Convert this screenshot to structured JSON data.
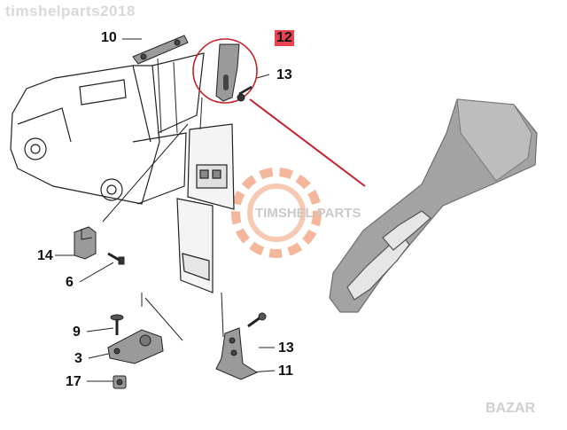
{
  "watermark": "timshelparts2018",
  "brand": "TIMSHEL PARTS",
  "bazar_logo": "BAZAR",
  "callouts": {
    "c10": "10",
    "c12": "12",
    "c13a": "13",
    "c14": "14",
    "c6": "6",
    "c9": "9",
    "c3": "3",
    "c17": "17",
    "c13b": "13",
    "c11": "11"
  },
  "colors": {
    "highlight": "#e8434f",
    "leader": "#c8202b",
    "part_fill": "#9a9a9a",
    "line": "#222222",
    "gear": "#f2a07a"
  },
  "highlighted_part": "12"
}
